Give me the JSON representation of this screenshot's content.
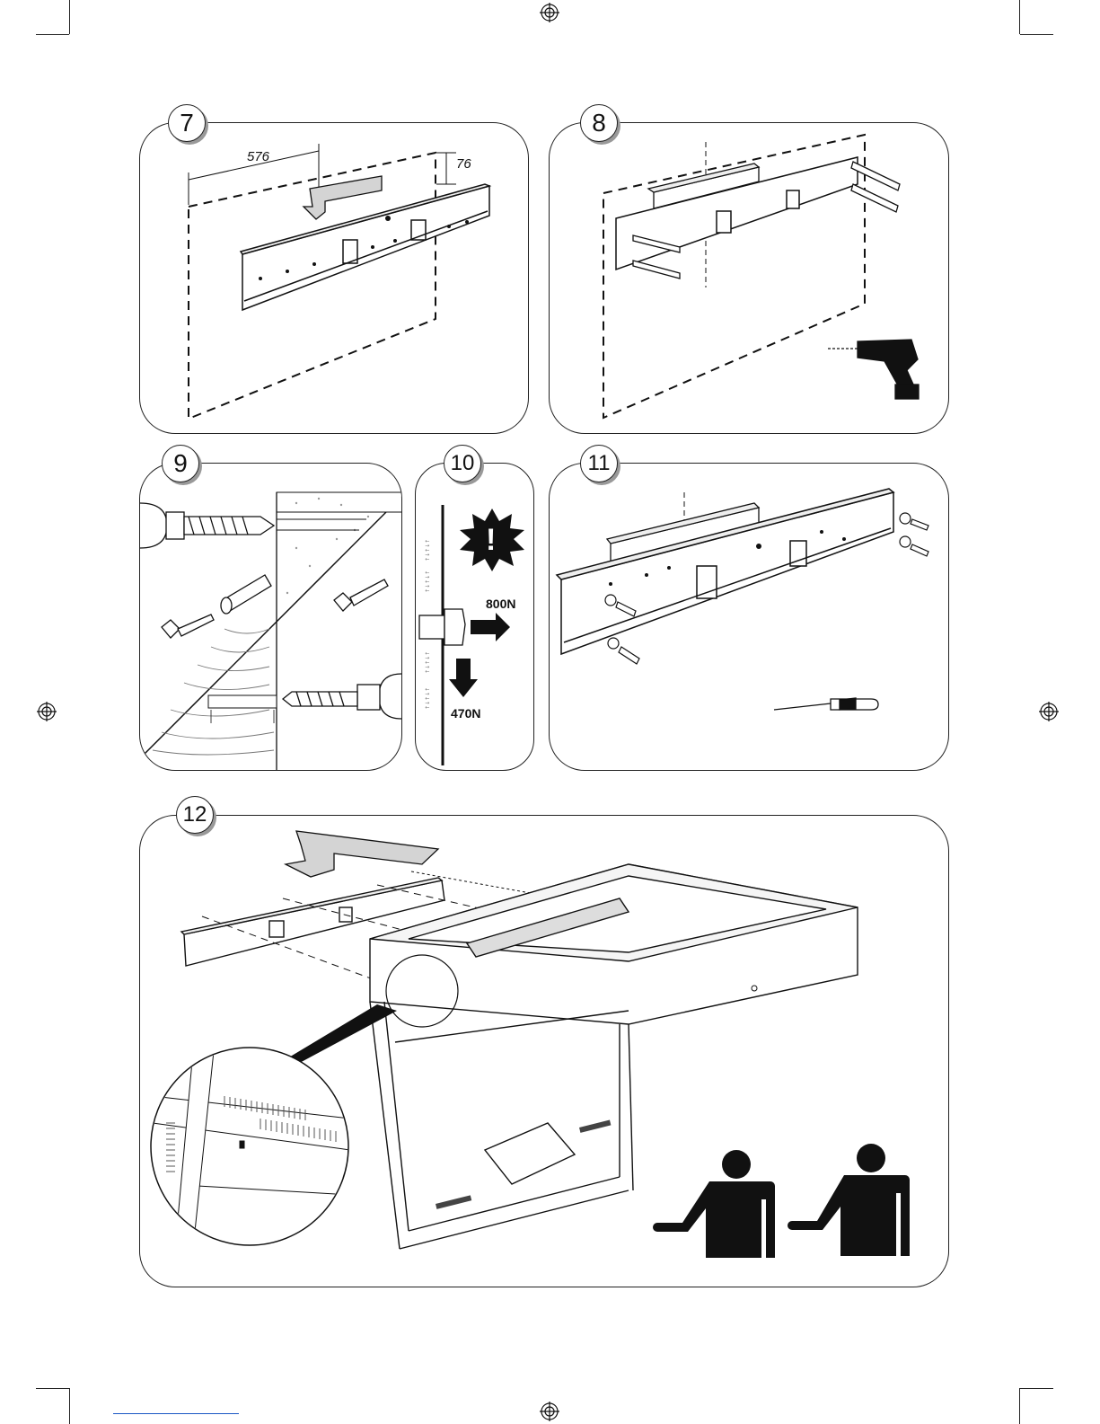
{
  "steps": [
    {
      "number": "7",
      "dimensions": {
        "width": "576",
        "height": "76"
      }
    },
    {
      "number": "8"
    },
    {
      "number": "9"
    },
    {
      "number": "10",
      "warning_glyph": "!",
      "forces": {
        "horizontal": "800N",
        "vertical": "470N"
      }
    },
    {
      "number": "11"
    },
    {
      "number": "12"
    }
  ],
  "icons": [
    "registration-mark-icon",
    "drill-icon",
    "screwdriver-icon",
    "spirit-level-icon",
    "wall-plug-icon",
    "screw-icon",
    "two-person-lift-icon",
    "warning-burst-icon"
  ],
  "colors": {
    "ink": "#111111",
    "arrow_fill": "#d4d4d4",
    "wall_dots": "#9a9a9a"
  }
}
